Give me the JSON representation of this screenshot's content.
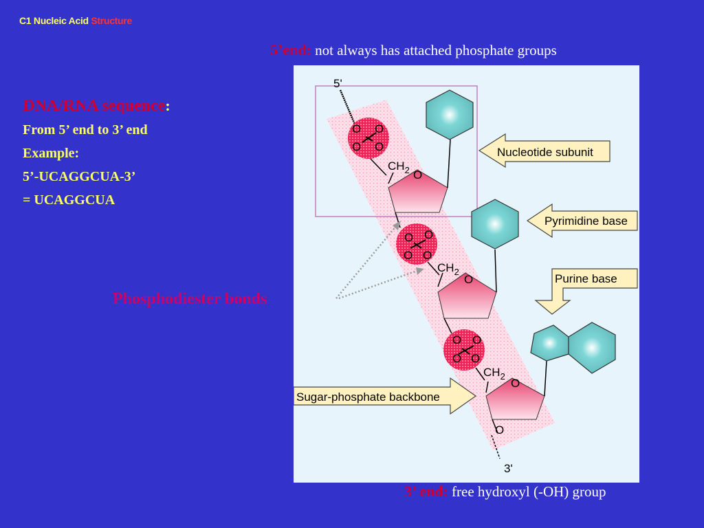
{
  "title": {
    "prefix": "C1 Nucleic Acid",
    "highlight": "Structure"
  },
  "five_end": {
    "key": "5’end:",
    "text": "not always has attached phosphate groups"
  },
  "three_end": {
    "key": "3’ end:",
    "text": "free hydroxyl (-OH) group"
  },
  "sequence": {
    "heading": "DNA/RNA sequence",
    "colon": ":",
    "lines": [
      "From 5’ end to 3’ end",
      "Example:",
      "5’-UCAGGCUA-3’",
      "= UCAGGCUA"
    ]
  },
  "bonds_label": "Phosphodiester  bonds",
  "figure": {
    "label_5prime": "5'",
    "label_3prime": "3'",
    "nucleotide_subunit": "Nucleotide subunit",
    "pyrimidine_base": "Pyrimidine base",
    "purine_base": "Purine base",
    "backbone": "Sugar-phosphate backbone",
    "ch2": "CH",
    "ch2_sub": "2",
    "ring_o": "O",
    "terminal_o": "O",
    "phosphate_o": "O"
  },
  "colors": {
    "background": "#3333cc",
    "heading_red": "#cc0033",
    "text_yellow": "#ffff66",
    "figure_bg": "#e8f4fc",
    "sugar_pink": "#e84a7c",
    "phosphate_red": "#ee2255",
    "base_teal": "#6cc8c8",
    "callout_fill": "#fff2c0"
  }
}
